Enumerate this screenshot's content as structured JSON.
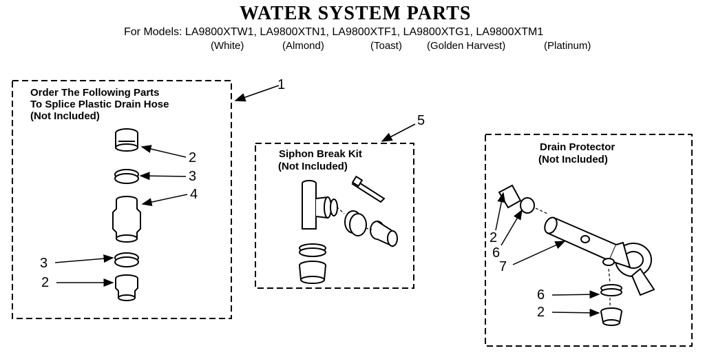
{
  "header": {
    "title": "WATER SYSTEM PARTS",
    "models_line": "For Models: LA9800XTW1, LA9800XTN1, LA9800XTF1, LA9800XTG1, LA9800XTM1",
    "variants": [
      "(White)",
      "(Almond)",
      "(Toast)",
      "(Golden Harvest)",
      "(Platinum)"
    ]
  },
  "groups": {
    "splice": {
      "callout": "1",
      "label_lines": [
        "Order The Following Parts",
        "To Splice Plastic Drain Hose",
        "(Not Included)"
      ]
    },
    "siphon": {
      "callout": "5",
      "label_lines": [
        "Siphon Break Kit",
        "(Not Included)"
      ]
    },
    "drain": {
      "label_lines": [
        "Drain Protector",
        "(Not Included)"
      ]
    }
  },
  "callouts": {
    "splice_2_top": "2",
    "splice_3_top": "3",
    "splice_4": "4",
    "splice_3_bottom": "3",
    "splice_2_bottom": "2",
    "drain_2_top": "2",
    "drain_6_top": "6",
    "drain_7": "7",
    "drain_6_bottom": "6",
    "drain_2_bottom": "2"
  }
}
